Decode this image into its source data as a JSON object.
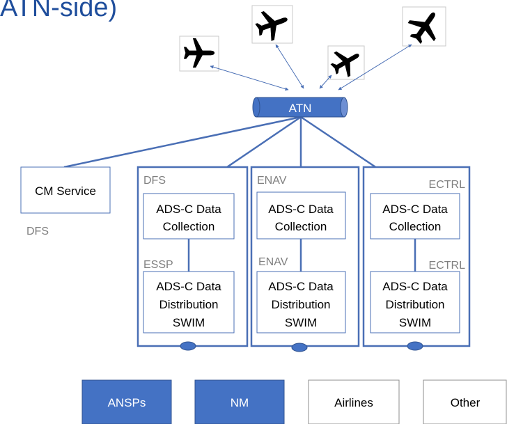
{
  "title": "ATN-side)",
  "network": {
    "label": "ATN"
  },
  "cm_service": {
    "label": "CM Service",
    "owner": "DFS"
  },
  "columns": [
    {
      "top_owner": "DFS",
      "mid_owner": "ESSP",
      "collection": [
        "ADS-C Data",
        "Collection"
      ],
      "distribution": [
        "ADS-C Data",
        "Distribution",
        "SWIM"
      ]
    },
    {
      "top_owner": "ENAV",
      "mid_owner": "ENAV",
      "collection": [
        "ADS-C Data",
        "Collection"
      ],
      "distribution": [
        "ADS-C Data",
        "Distribution",
        "SWIM"
      ]
    },
    {
      "top_owner": "ECTRL",
      "mid_owner": "ECTRL",
      "collection": [
        "ADS-C Data",
        "Collection"
      ],
      "distribution": [
        "ADS-C Data",
        "Distribution",
        "SWIM"
      ]
    }
  ],
  "consumers": [
    {
      "label": "ANSPs",
      "fill": "#4472c4",
      "text_color": "#ffffff"
    },
    {
      "label": "NM",
      "fill": "#4472c4",
      "text_color": "#ffffff"
    },
    {
      "label": "Airlines",
      "fill": "#ffffff",
      "text_color": "#000000"
    },
    {
      "label": "Other",
      "fill": "#ffffff",
      "text_color": "#000000"
    }
  ],
  "colors": {
    "accent": "#4472c4",
    "line": "#4a6fb5",
    "owner_text": "#7f7f7f",
    "title": "#1f4e9c"
  },
  "icons": [
    "airplane-icon",
    "airplane-icon",
    "airplane-icon",
    "airplane-icon"
  ]
}
